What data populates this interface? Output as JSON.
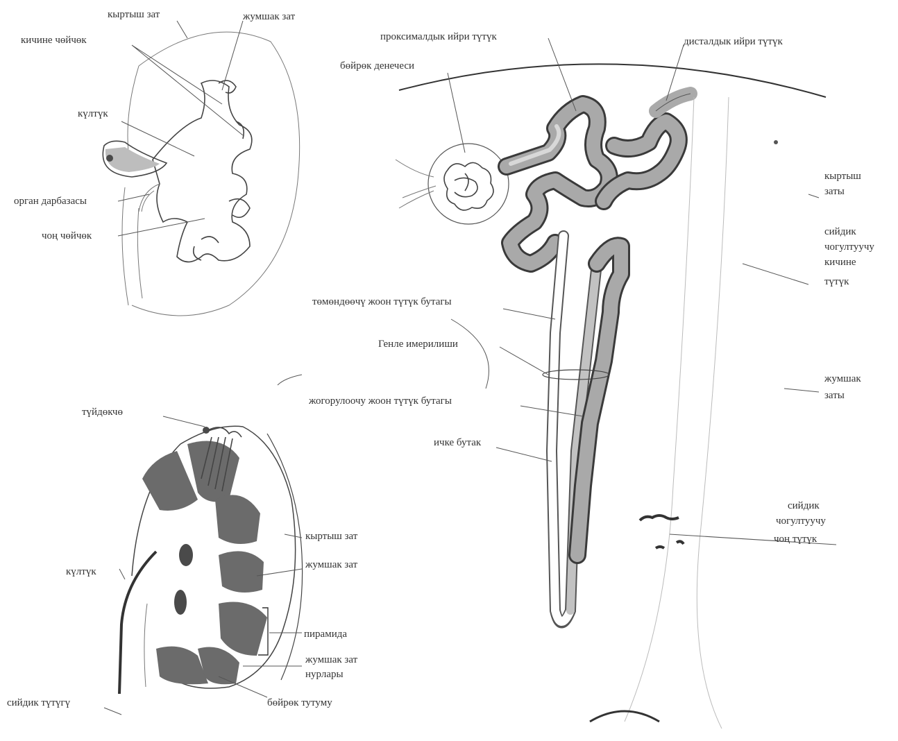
{
  "figure": {
    "top_kidney": {
      "labels": {
        "cortex": "кыртыш зат",
        "medulla": "жумшак зат",
        "minor_calyx": "кичине чөйчөк",
        "pelvis": "күлтүк",
        "hilum": "орган дарбазасы",
        "major_calyx": "чоң чөйчөк"
      }
    },
    "bottom_kidney": {
      "labels": {
        "adrenal": "түйдөкчө",
        "pelvis": "күлтүк",
        "cortex": "кыртыш зат",
        "medulla": "жумшак зат",
        "pyramid": "пирамида",
        "medullary_rays_1": "жумшак зат",
        "medullary_rays_2": "нурлары",
        "renal_column": "бөйрөк тутуму",
        "ureter": "сийдик түтүгү"
      }
    },
    "nephron": {
      "labels": {
        "proximal": "проксималдык ийри түтүк",
        "distal": "дисталдык ийри түтүк",
        "corpuscle": "бөйрөк денечеси",
        "cortex_1": "кыртыш",
        "cortex_2": "заты",
        "minor_duct_1": "сийдик",
        "minor_duct_2": "чогултуучу",
        "minor_duct_3": "кичине",
        "minor_duct_4": "түтүк",
        "descending": "төмөндөөчү жоон түтүк бутагы",
        "henle": "Генле имерилиши",
        "ascending": "жогорулоочу жоон түтүк бутагы",
        "thin": "ичке бутак",
        "medulla_1": "жумшак",
        "medulla_2": "заты",
        "major_duct_1": "сийдик",
        "major_duct_2": "чогултуучу",
        "major_duct_3": "чоң түтүк"
      }
    }
  }
}
